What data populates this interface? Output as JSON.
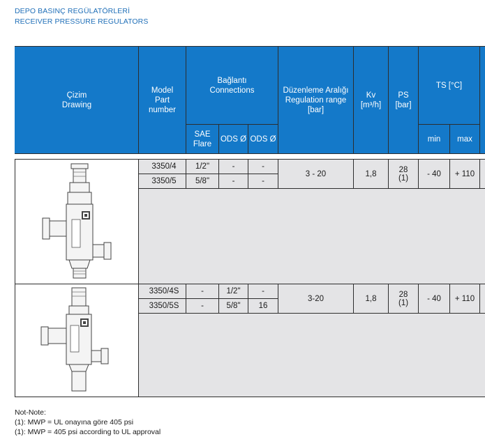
{
  "header": {
    "title_tr": "DEPO BASINÇ REGÜLATÖRLERİ",
    "title_en": "RECEIVER PRESSURE REGULATORS"
  },
  "columns": {
    "drawing_tr": "Çizim",
    "drawing_en": "Drawing",
    "model_1": "Model",
    "model_2": "Part",
    "model_3": "number",
    "conn_tr": "Bağlantı",
    "conn_en": "Connections",
    "sae_1": "SAE",
    "sae_2": "Flare",
    "ods_1": "ODS Ø",
    "ods_2": "ODS Ø",
    "reg_1": "Düzenleme Aralığı",
    "reg_2": "Regulation range",
    "reg_3": "[bar]",
    "kv_1": "Kv",
    "kv_2": "[m³/h]",
    "ps_1": "PS",
    "ps_2": "[bar]",
    "ts": "TS [°C]",
    "ts_min": "min",
    "ts_max": "max"
  },
  "groups": [
    {
      "rows": [
        {
          "model": "3350/4",
          "sae": "1/2\"",
          "ods1": "-",
          "ods2": "-"
        },
        {
          "model": "3350/5",
          "sae": "5/8\"",
          "ods1": "-",
          "ods2": "-"
        }
      ],
      "range": "3 - 20",
      "kv": "1,8",
      "ps_1": "28",
      "ps_2": "(1)",
      "min": "- 40",
      "max": "+ 110"
    },
    {
      "rows": [
        {
          "model": "3350/4S",
          "sae": "-",
          "ods1": "1/2\"",
          "ods2": "-"
        },
        {
          "model": "3350/5S",
          "sae": "-",
          "ods1": "5/8\"",
          "ods2": "16"
        }
      ],
      "range": "3-20",
      "kv": "1,8",
      "ps_1": "28",
      "ps_2": "(1)",
      "min": "- 40",
      "max": "+ 110"
    }
  ],
  "notes": {
    "label": "Not-Note:",
    "line_tr": "(1): MWP = UL onayına göre 405 psi",
    "line_en": "(1): MWP = 405 psi according to UL approval"
  },
  "colors": {
    "header_blue": "#1479c9",
    "title_blue": "#1f6fb8",
    "cell_gray": "#e4e4e6"
  }
}
